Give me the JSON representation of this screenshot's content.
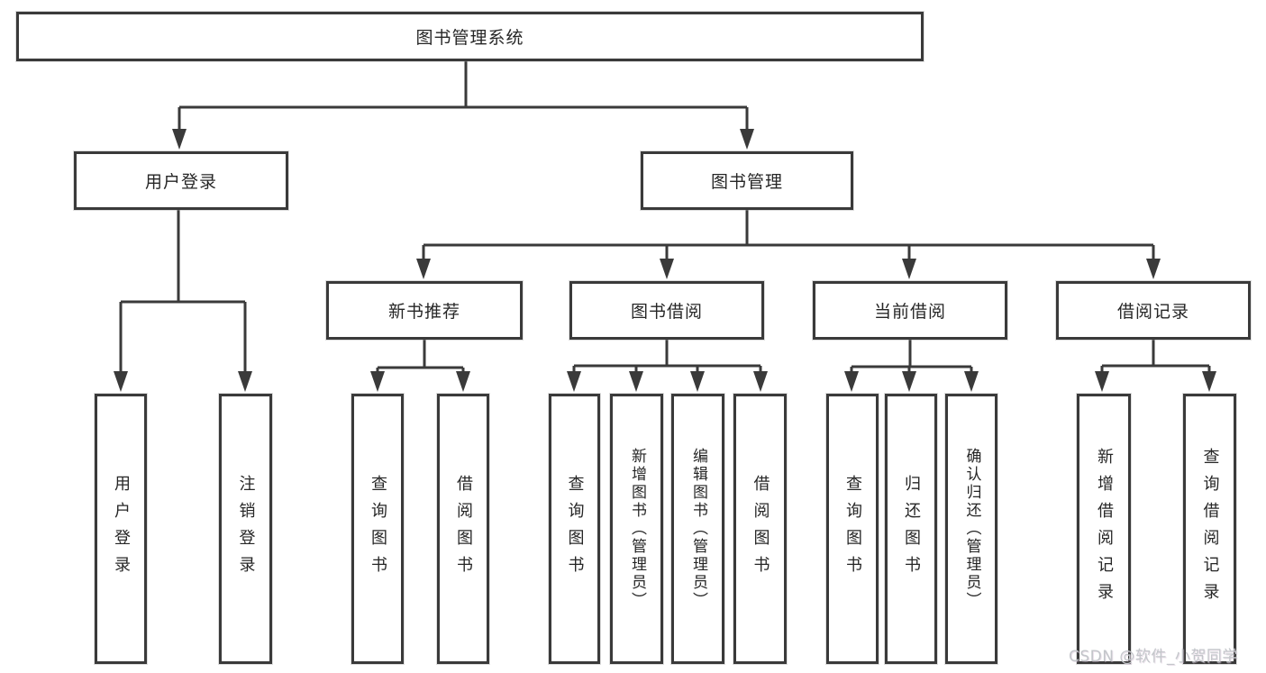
{
  "diagram": {
    "tree": {
      "root": "图书管理系统",
      "branches": [
        {
          "label": "用户登录",
          "children": [
            "用户登录",
            "注销登录"
          ]
        },
        {
          "label": "图书管理",
          "groups": [
            {
              "label": "新书推荐",
              "children": [
                "查询图书",
                "借阅图书"
              ]
            },
            {
              "label": "图书借阅",
              "children": [
                "查询图书",
                "新增图书（管理员）",
                "编辑图书（管理员）",
                "借阅图书"
              ]
            },
            {
              "label": "当前借阅",
              "children": [
                "查询图书",
                "归还图书",
                "确认归还（管理员）"
              ]
            },
            {
              "label": "借阅记录",
              "children": [
                "新增借阅记录",
                "查询借阅记录"
              ]
            }
          ]
        }
      ]
    },
    "colors": {
      "line": "#3a3a3a",
      "text": "#262626",
      "background": "#ffffff",
      "watermark": "#c3c6ca"
    }
  },
  "watermark": {
    "text": "CSDN @软件_小贺同学"
  }
}
